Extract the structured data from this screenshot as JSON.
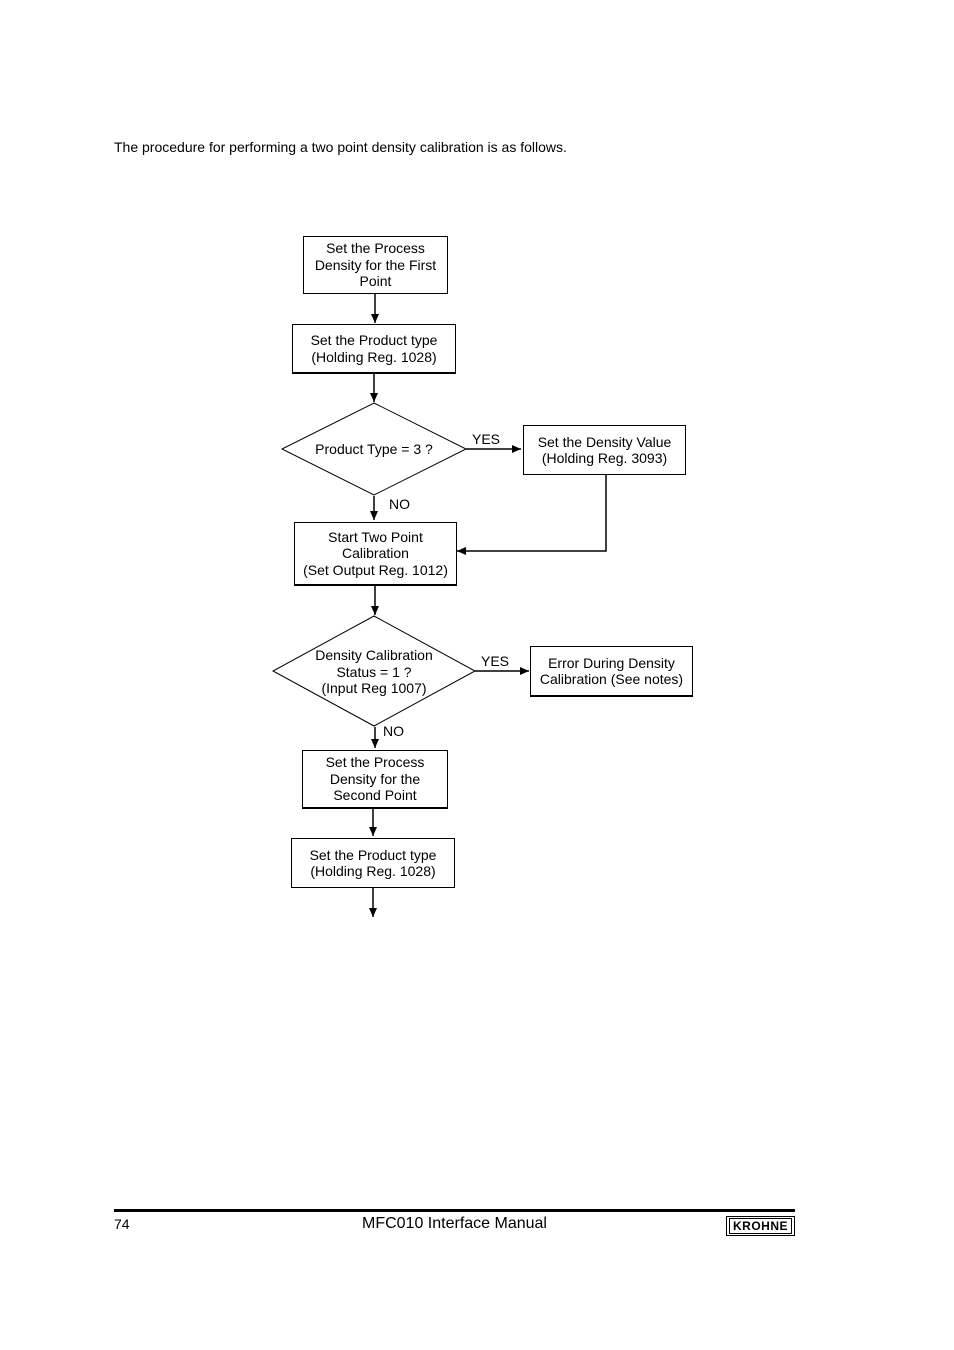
{
  "intro_text": "The procedure for performing a two point density calibration is as follows.",
  "flowchart": {
    "step1": [
      "Set the Process",
      "Density for the First",
      "Point"
    ],
    "step2": [
      "Set the Product type",
      "(Holding Reg. 1028)"
    ],
    "decision1": [
      "Product Type = 3 ?"
    ],
    "decision1_yes": "YES",
    "decision1_no": "NO",
    "density_value": [
      "Set the Density Value",
      "(Holding Reg. 3093)"
    ],
    "step3": [
      "Start Two Point",
      "Calibration",
      "(Set Output Reg. 1012)"
    ],
    "decision2": [
      "Density Calibration",
      "Status = 1 ?",
      "(Input Reg 1007)"
    ],
    "decision2_yes": "YES",
    "decision2_no": "NO",
    "error_box": [
      "Error During Density",
      "Calibration (See notes)"
    ],
    "step4": [
      "Set the Process",
      "Density for the",
      "Second Point"
    ],
    "step5": [
      "Set the Product type",
      "(Holding Reg. 1028)"
    ]
  },
  "footer": {
    "page_number": "74",
    "manual_title": "MFC010 Interface Manual",
    "logo_text": "KROHNE"
  }
}
